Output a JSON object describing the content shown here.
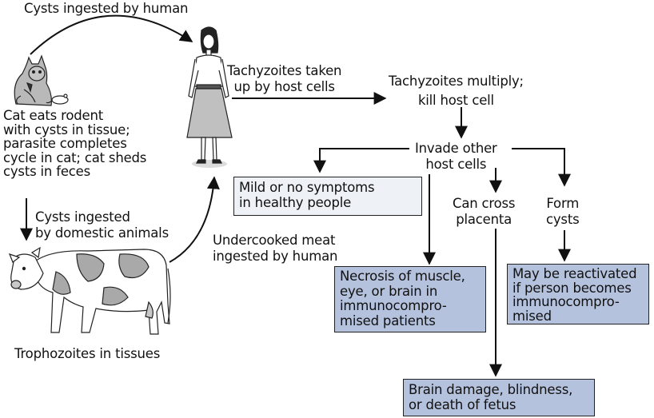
{
  "labels": {
    "cysts_ingested_human": "Cysts ingested by human",
    "cat_cycle": "Cat eats rodent\nwith cysts in tissue;\nparasite completes\ncycle in cat; cat sheds\ncysts in feces",
    "cysts_domestic": "Cysts ingested\nby domestic animals",
    "trophozoites": "Trophozoites in tissues",
    "undercooked": "Undercooked meat\ningested by human",
    "tachy_taken_up": "Tachyzoites taken\nup by host cells",
    "tachy_multiply": "Tachyzoites multiply;\nkill host cell",
    "invade": "Invade other\nhost cells",
    "cross_placenta": "Can cross\nplacenta",
    "form_cysts": "Form\ncysts"
  },
  "boxes": {
    "mild": "Mild or no symptoms\nin healthy people",
    "necrosis": "Necrosis of muscle,\neye, or brain in\nimmunocompro-\nmised patients",
    "reactivated": "May be reactivated\nif person becomes\nimmunocompro-\nmised",
    "brain_damage": "Brain damage, blindness,\nor death of fetus"
  },
  "colors": {
    "box_light": "#eef1f6",
    "box_blue": "#b5c2de",
    "cow_patch": "#a9a9a9",
    "line": "#111111"
  },
  "icons": [
    "cat-with-mouse-icon",
    "woman-figure-icon",
    "cow-icon"
  ]
}
